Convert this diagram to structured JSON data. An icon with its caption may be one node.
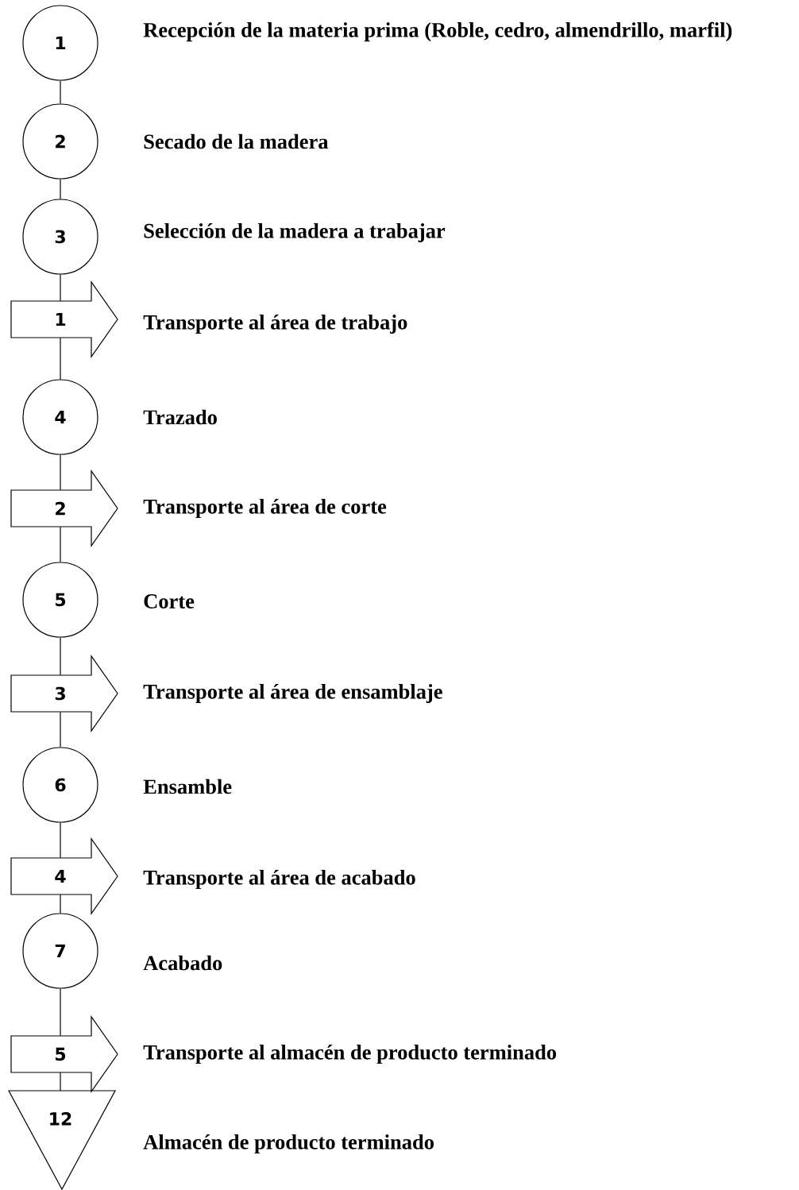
{
  "diagram": {
    "nodes": [
      {
        "text": [
          "1"
        ],
        "beside": [
          "Recepción de la materia prima (Roble, cedro, almendrillo, marfil)"
        ]
      },
      {
        "text": [
          "2"
        ],
        "beside": [
          "Secado de la madera"
        ]
      },
      {
        "text": [
          "3"
        ],
        "beside": [
          "Selección de la madera a trabajar"
        ]
      },
      {
        "text": [
          "1"
        ],
        "beside": [
          "Transporte al área de trabajo"
        ]
      },
      {
        "text": [
          "4"
        ],
        "beside": [
          "Trazado"
        ]
      },
      {
        "text": [
          "2"
        ],
        "beside": [
          "Transporte al área de corte"
        ]
      },
      {
        "text": [
          "5"
        ],
        "beside": [
          "Corte"
        ]
      },
      {
        "text": [
          "3"
        ],
        "beside": [
          "Transporte al área de ensamblaje"
        ]
      },
      {
        "text": [
          "6"
        ],
        "beside": [
          "Ensamble"
        ]
      },
      {
        "text": [
          "4"
        ],
        "beside": [
          "Transporte al área de acabado"
        ]
      },
      {
        "text": [
          "7"
        ],
        "beside": [
          "Acabado"
        ]
      },
      {
        "text": [
          "5"
        ],
        "beside": [
          "Transporte al almacén de producto terminado"
        ]
      },
      {
        "text": [
          "12"
        ],
        "beside": [
          "Almacén de producto terminado"
        ]
      }
    ],
    "edges": [
      {
        "from": 0,
        "to": 1,
        "arrow": "none"
      },
      {
        "from": 1,
        "to": 2,
        "arrow": "none"
      },
      {
        "from": 2,
        "to": 3,
        "arrow": "none"
      },
      {
        "from": 3,
        "to": 4,
        "arrow": "none"
      },
      {
        "from": 4,
        "to": 5,
        "arrow": "none"
      },
      {
        "from": 5,
        "to": 6,
        "arrow": "none"
      },
      {
        "from": 6,
        "to": 7,
        "arrow": "none"
      },
      {
        "from": 7,
        "to": 8,
        "arrow": "none"
      },
      {
        "from": 8,
        "to": 9,
        "arrow": "none"
      },
      {
        "from": 9,
        "to": 10,
        "arrow": "none"
      },
      {
        "from": 10,
        "to": 11,
        "arrow": "none"
      },
      {
        "from": 11,
        "to": 12,
        "arrow": "none"
      }
    ]
  }
}
